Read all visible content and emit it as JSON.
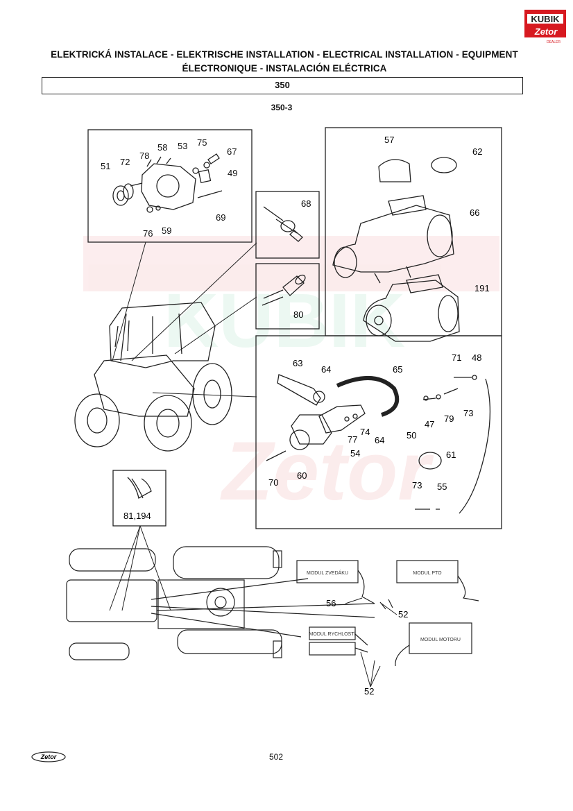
{
  "brand": {
    "logo_top": "KUBIK",
    "logo_bottom": "Zetor",
    "logo_small": "DEALER",
    "accent": "#d71920"
  },
  "header": {
    "title_line1": "ELEKTRICKÁ INSTALACE - ELEKTRISCHE INSTALLATION - ELECTRICAL INSTALLATION - EQUIPMENT",
    "title_line2": "ÉLECTRONIQUE - INSTALACIÓN ELÉCTRICA",
    "section": "350",
    "subsection": "350-3"
  },
  "diagram": {
    "callouts_alternator": [
      "51",
      "72",
      "78",
      "58",
      "53",
      "75",
      "67",
      "49",
      "69",
      "76",
      "59"
    ],
    "callout_sensor": "68",
    "callout_connector": "80",
    "callouts_starter": [
      "57",
      "62",
      "66",
      "191"
    ],
    "callouts_switch": [
      "63",
      "64",
      "65",
      "71",
      "48",
      "47",
      "79",
      "73",
      "74",
      "77",
      "64",
      "54",
      "50",
      "61",
      "70",
      "60",
      "73",
      "55"
    ],
    "callout_harness": "81,194",
    "callouts_wiring": [
      "56",
      "52",
      "52"
    ],
    "module_labels": [
      "MODUL ZVEDÁKU",
      "MODUL PTO",
      "MODUL RYCHLOSTÍ",
      "MODUL MOTORU"
    ]
  },
  "footer": {
    "page_number": "502",
    "logo": "Zetor"
  }
}
